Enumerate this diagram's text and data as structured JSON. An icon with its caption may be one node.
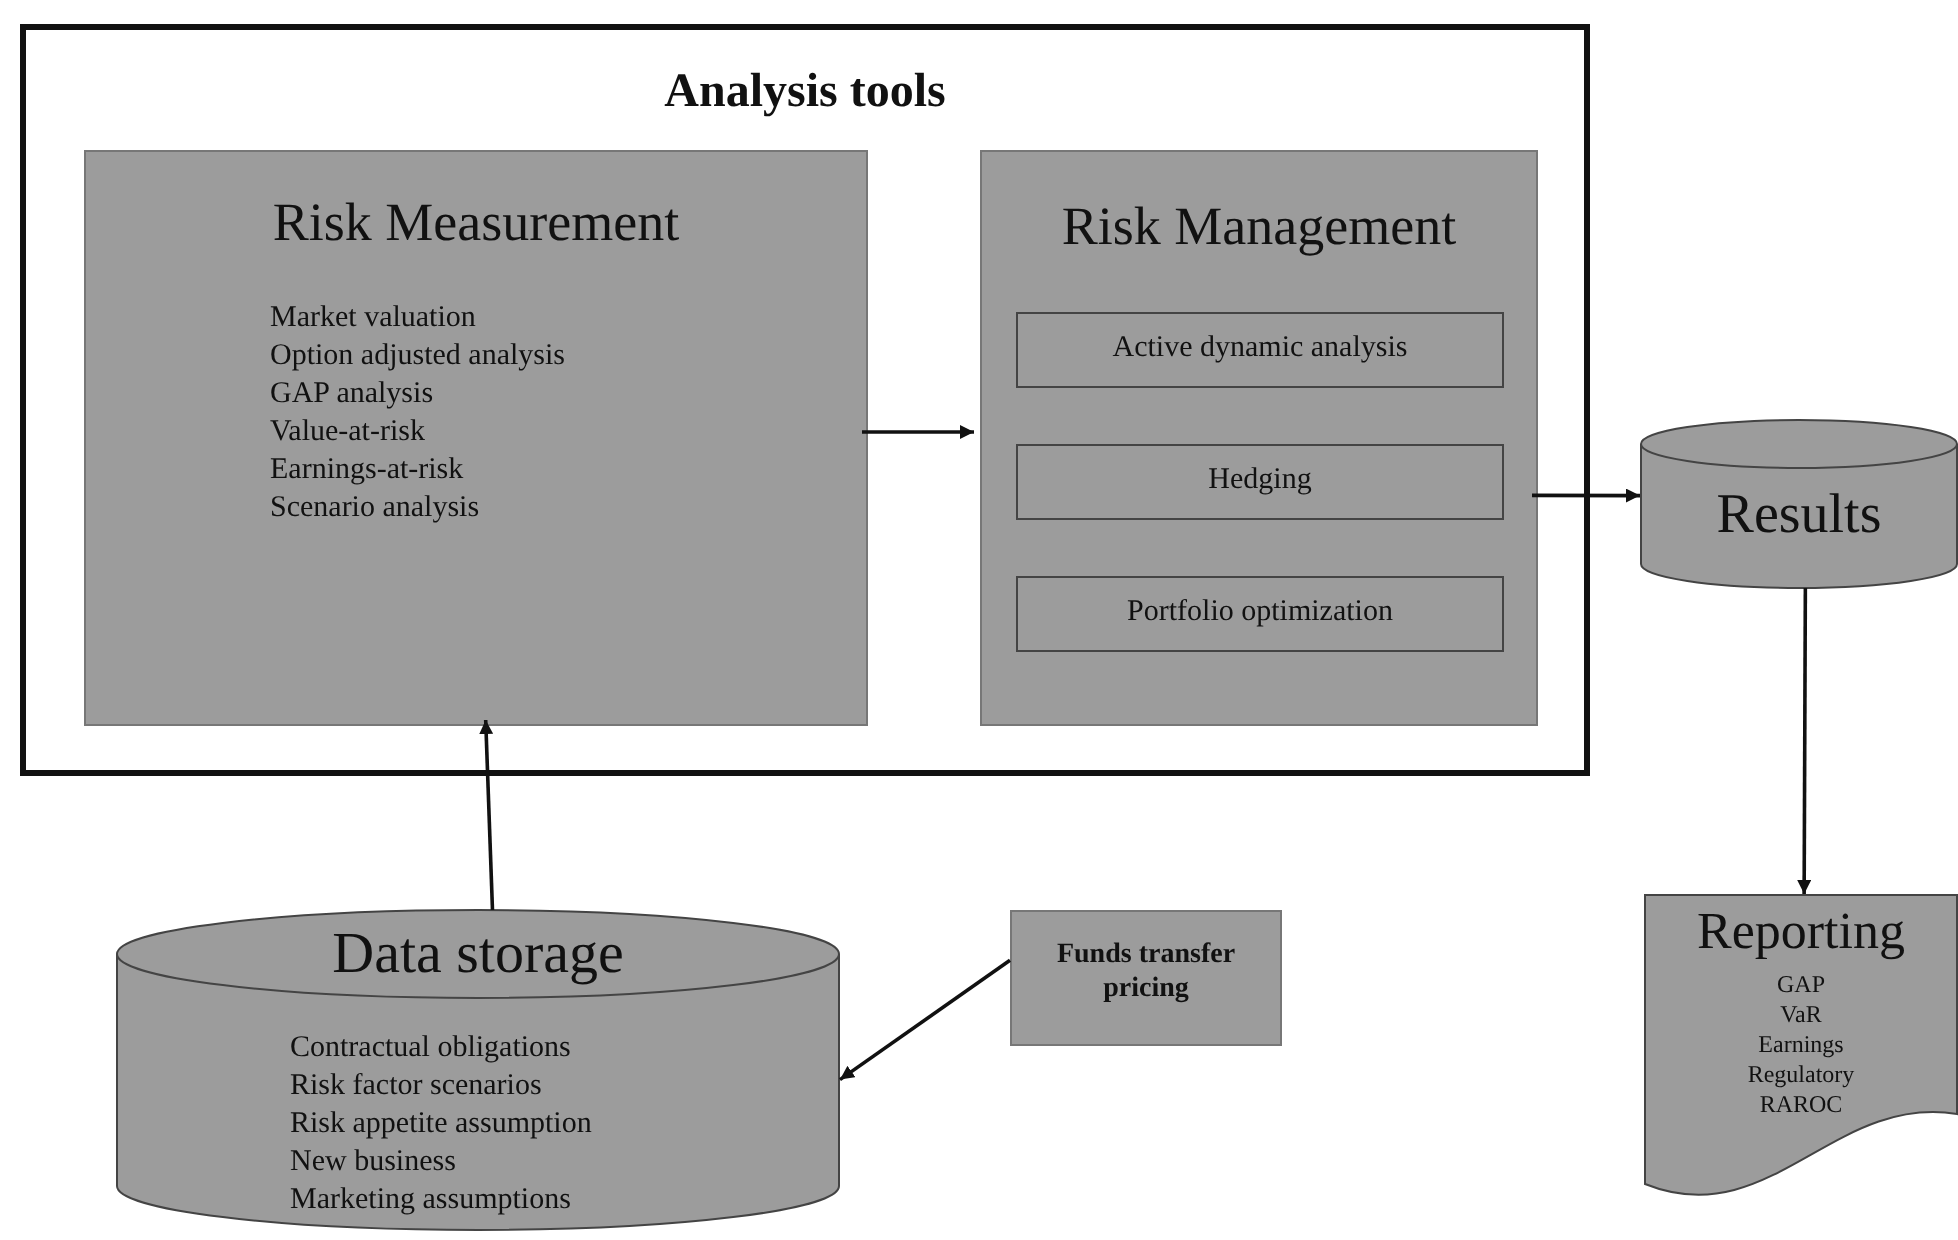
{
  "diagram": {
    "nodes": [
      {
        "text": [
          "Analysis tools"
        ]
      },
      {
        "text": [
          "Risk Measurement",
          "Market valuation",
          "Option adjusted analysis",
          "GAP analysis",
          "Value-at-risk",
          "Earnings-at-risk",
          "Scenario analysis"
        ],
        "in": 0
      },
      {
        "text": [
          "Risk Management"
        ],
        "in": 0
      },
      {
        "text": [
          "Active dynamic analysis"
        ],
        "in": 2
      },
      {
        "text": [
          "Hedging"
        ],
        "in": 2
      },
      {
        "text": [
          "Portfolio optimization"
        ],
        "in": 2
      },
      {
        "text": [
          "Results"
        ]
      },
      {
        "text": [
          "Data storage",
          "Contractual obligations",
          "Risk factor scenarios",
          "Risk appetite assumption",
          "New business",
          "Marketing assumptions"
        ]
      },
      {
        "text": [
          "Funds transfer pricing"
        ]
      },
      {
        "text": [
          "Reporting",
          "GAP",
          "VaR",
          "Earnings",
          "Regulatory",
          "RAROC"
        ]
      }
    ],
    "edges": [
      {
        "from": 1,
        "to": 2,
        "arrow": "to"
      },
      {
        "from": 2,
        "to": 6,
        "arrow": "to"
      },
      {
        "from": 7,
        "to": 1,
        "arrow": "to"
      },
      {
        "from": 6,
        "to": 9,
        "arrow": "to"
      },
      {
        "from": 8,
        "to": 7,
        "arrow": "to"
      }
    ]
  }
}
